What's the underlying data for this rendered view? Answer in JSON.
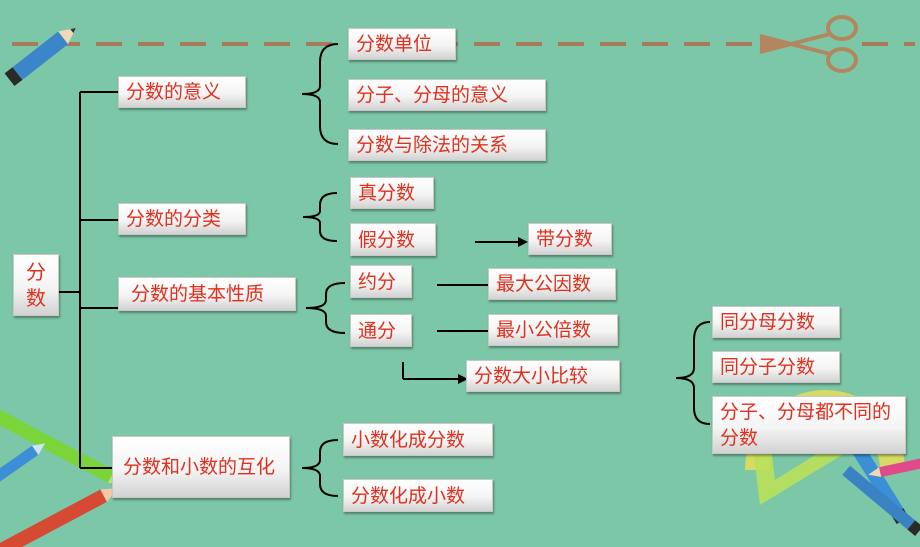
{
  "root": "分数",
  "branches": [
    {
      "label": "分数的意义",
      "children": [
        "分数单位",
        "分子、分母的意义",
        "分数与除法的关系"
      ]
    },
    {
      "label": "分数的分类",
      "children": [
        "真分数",
        "假分数"
      ],
      "extra": "带分数"
    },
    {
      "label": "分数的基本性质",
      "children": [
        "约分",
        "通分"
      ],
      "links": [
        "最大公因数",
        "最小公倍数"
      ],
      "compare": {
        "label": "分数大小比较",
        "children": [
          "同分母分数",
          "同分子分数",
          "分子、分母都不同的分数"
        ]
      }
    },
    {
      "label": "分数和小数的互化",
      "children": [
        "小数化成分数",
        "分数化成小数"
      ]
    }
  ]
}
